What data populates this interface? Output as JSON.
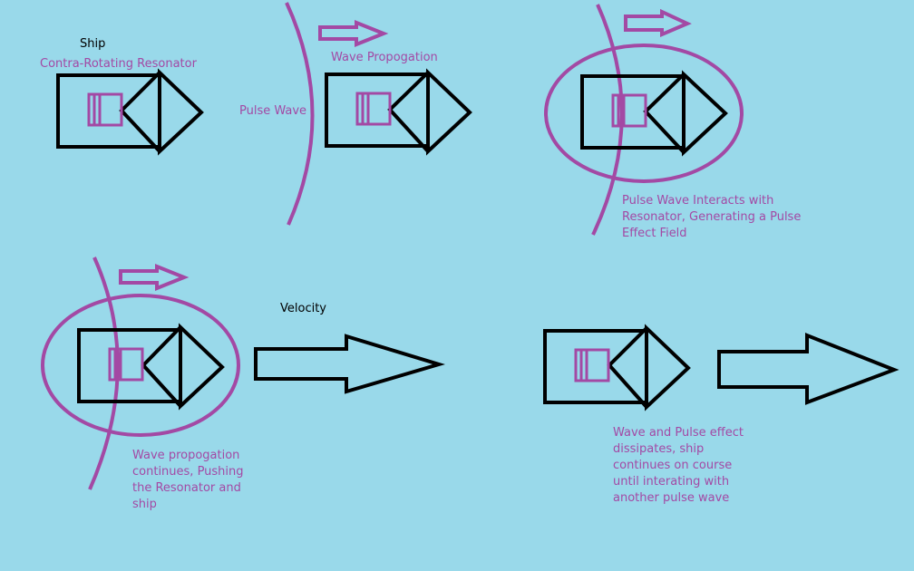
{
  "colors": {
    "background": "#99d9ea",
    "outline": "#000000",
    "accent": "#a349a4"
  },
  "labels": {
    "ship": "Ship",
    "resonator": "Contra-Rotating Resonator",
    "pulse_wave": "Pulse Wave",
    "wave_propagation": "Wave Propogation",
    "interaction": "Pulse Wave Interacts with\nResonator, Generating a Pulse\nEffect Field",
    "velocity": "Velocity",
    "pushing": "Wave propogation\ncontinues, Pushing\nthe Resonator and\nship",
    "dissipates": "Wave and Pulse effect\ndissipates, ship\ncontinues on course\nuntil interating with\nanother pulse wave"
  }
}
